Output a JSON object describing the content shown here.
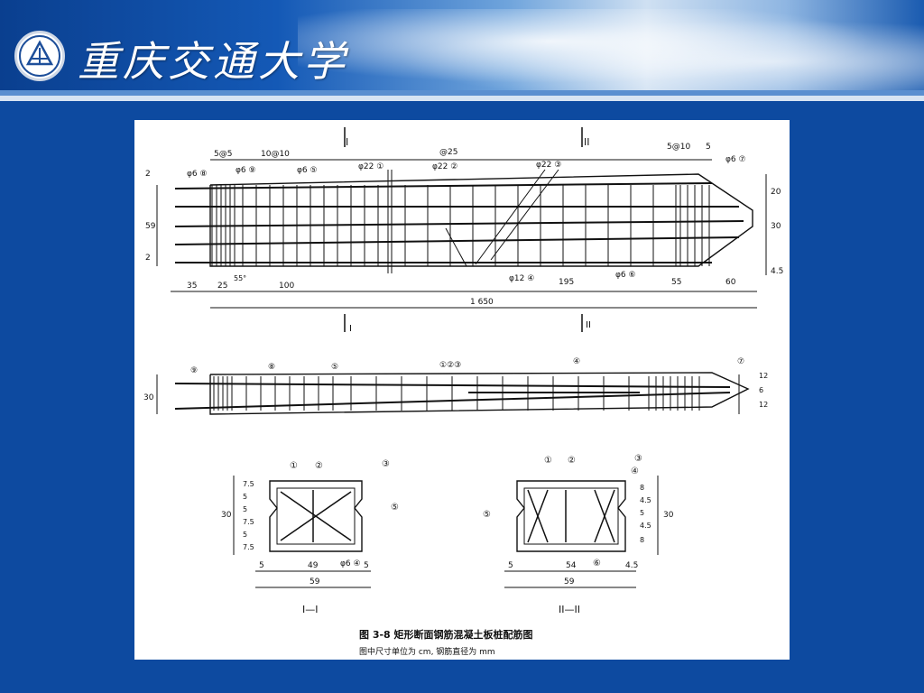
{
  "header": {
    "school_name": "重庆交通大学",
    "logo_icon": "university-seal-icon"
  },
  "figure": {
    "caption": "图 3-8  矩形断面钢筋混凝土板桩配筋图",
    "note": "图中尺寸单位为 cm, 钢筋直径为 mm",
    "elevation": {
      "top_spacings": [
        "5@5",
        "10@10",
        "@25",
        "5@10",
        "5"
      ],
      "section_marks": [
        "I",
        "II"
      ],
      "rebar_labels": [
        "φ6 ⑧",
        "φ6 ⑨",
        "φ6 ⑤",
        "φ22 ①",
        "φ22 ②",
        "φ22 ③",
        "φ6 ⑦",
        "φ12 ④",
        "φ6 ⑥"
      ],
      "left_dims": [
        "2",
        "59",
        "2"
      ],
      "right_dims": [
        "20",
        "30",
        "4.5"
      ],
      "bottom_dims": [
        "35",
        "25",
        "100",
        "195",
        "55",
        "60"
      ],
      "total_length": "1 650",
      "angle": "55°"
    },
    "plan": {
      "labels": [
        "⑨",
        "⑧",
        "⑤",
        "①②③",
        "④",
        "⑦"
      ],
      "left_dim": "30",
      "right_dims": [
        "12",
        "6",
        "12"
      ]
    },
    "section_1": {
      "title": "I—I",
      "labels": [
        "①",
        "②",
        "③",
        "⑤",
        "φ6 ④"
      ],
      "left_dims": [
        "7.5",
        "5",
        "5",
        "7.5",
        "5",
        "7.5"
      ],
      "total_height": "30",
      "bottom_dims": [
        "5",
        "49",
        "5"
      ],
      "total_width": "59"
    },
    "section_2": {
      "title": "II—II",
      "labels": [
        "①",
        "②",
        "③",
        "④",
        "⑤",
        "⑥"
      ],
      "right_dims": [
        "8",
        "4.5",
        "5",
        "4.5",
        "8"
      ],
      "total_height": "30",
      "bottom_dims": [
        "5",
        "54",
        "4.5"
      ],
      "total_width": "59"
    }
  }
}
